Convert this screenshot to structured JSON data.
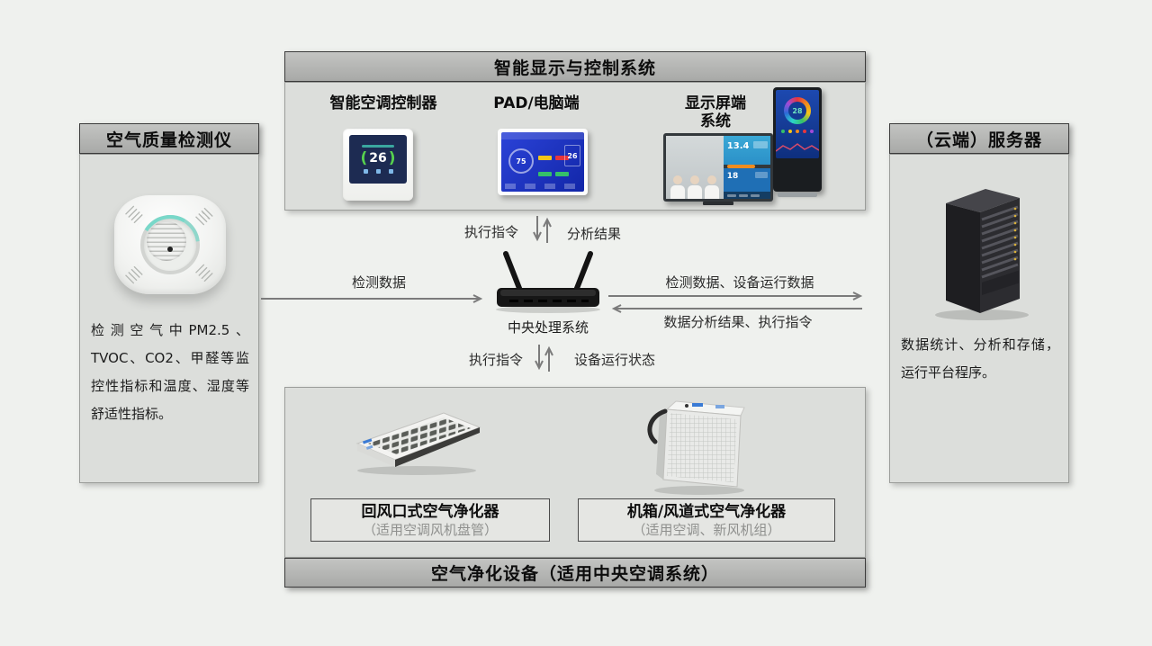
{
  "top_panel": {
    "title": "智能显示与控制系统",
    "controller_label": "智能空调控制器",
    "pad_label": "PAD/电脑端",
    "display_label": "显示屏端系统"
  },
  "left_panel": {
    "title": "空气质量检测仪",
    "description": "检测空气中PM2.5、TVOC、CO2、甲醛等监控性指标和温度、湿度等舒适性指标。"
  },
  "right_panel": {
    "title": "（云端）服务器",
    "description": "数据统计、分析和存储，运行平台程序。"
  },
  "center": {
    "label": "中央处理系统"
  },
  "bottom_panel": {
    "title": "空气净化设备（适用中央空调系统）",
    "left_item": {
      "name": "回风口式空气净化器",
      "note": "（适用空调风机盘管）"
    },
    "right_item": {
      "name": "机箱/风道式空气净化器",
      "note": "（适用空调、新风机组）"
    }
  },
  "arrows": {
    "exec_cmd_top": "执行指令",
    "analysis_result": "分析结果",
    "detect_data": "检测数据",
    "detect_device_data": "检测数据、设备运行数据",
    "analysis_exec": "数据分析结果、执行指令",
    "exec_cmd_bottom": "执行指令",
    "device_status": "设备运行状态"
  },
  "screens": {
    "thermostat_temp": "26",
    "pad_gauge": "75",
    "pad_temp": "26",
    "tv_value_top": "13.4",
    "tv_value_bottom": "18",
    "kiosk_value": "28"
  },
  "colors": {
    "accent_teal": "#79d8c9",
    "screen_navy": "#1d2b52",
    "screen_blue": "#1d3fc2",
    "bar_gray": "#b3b4b2",
    "body_gray": "#dcdedb"
  }
}
